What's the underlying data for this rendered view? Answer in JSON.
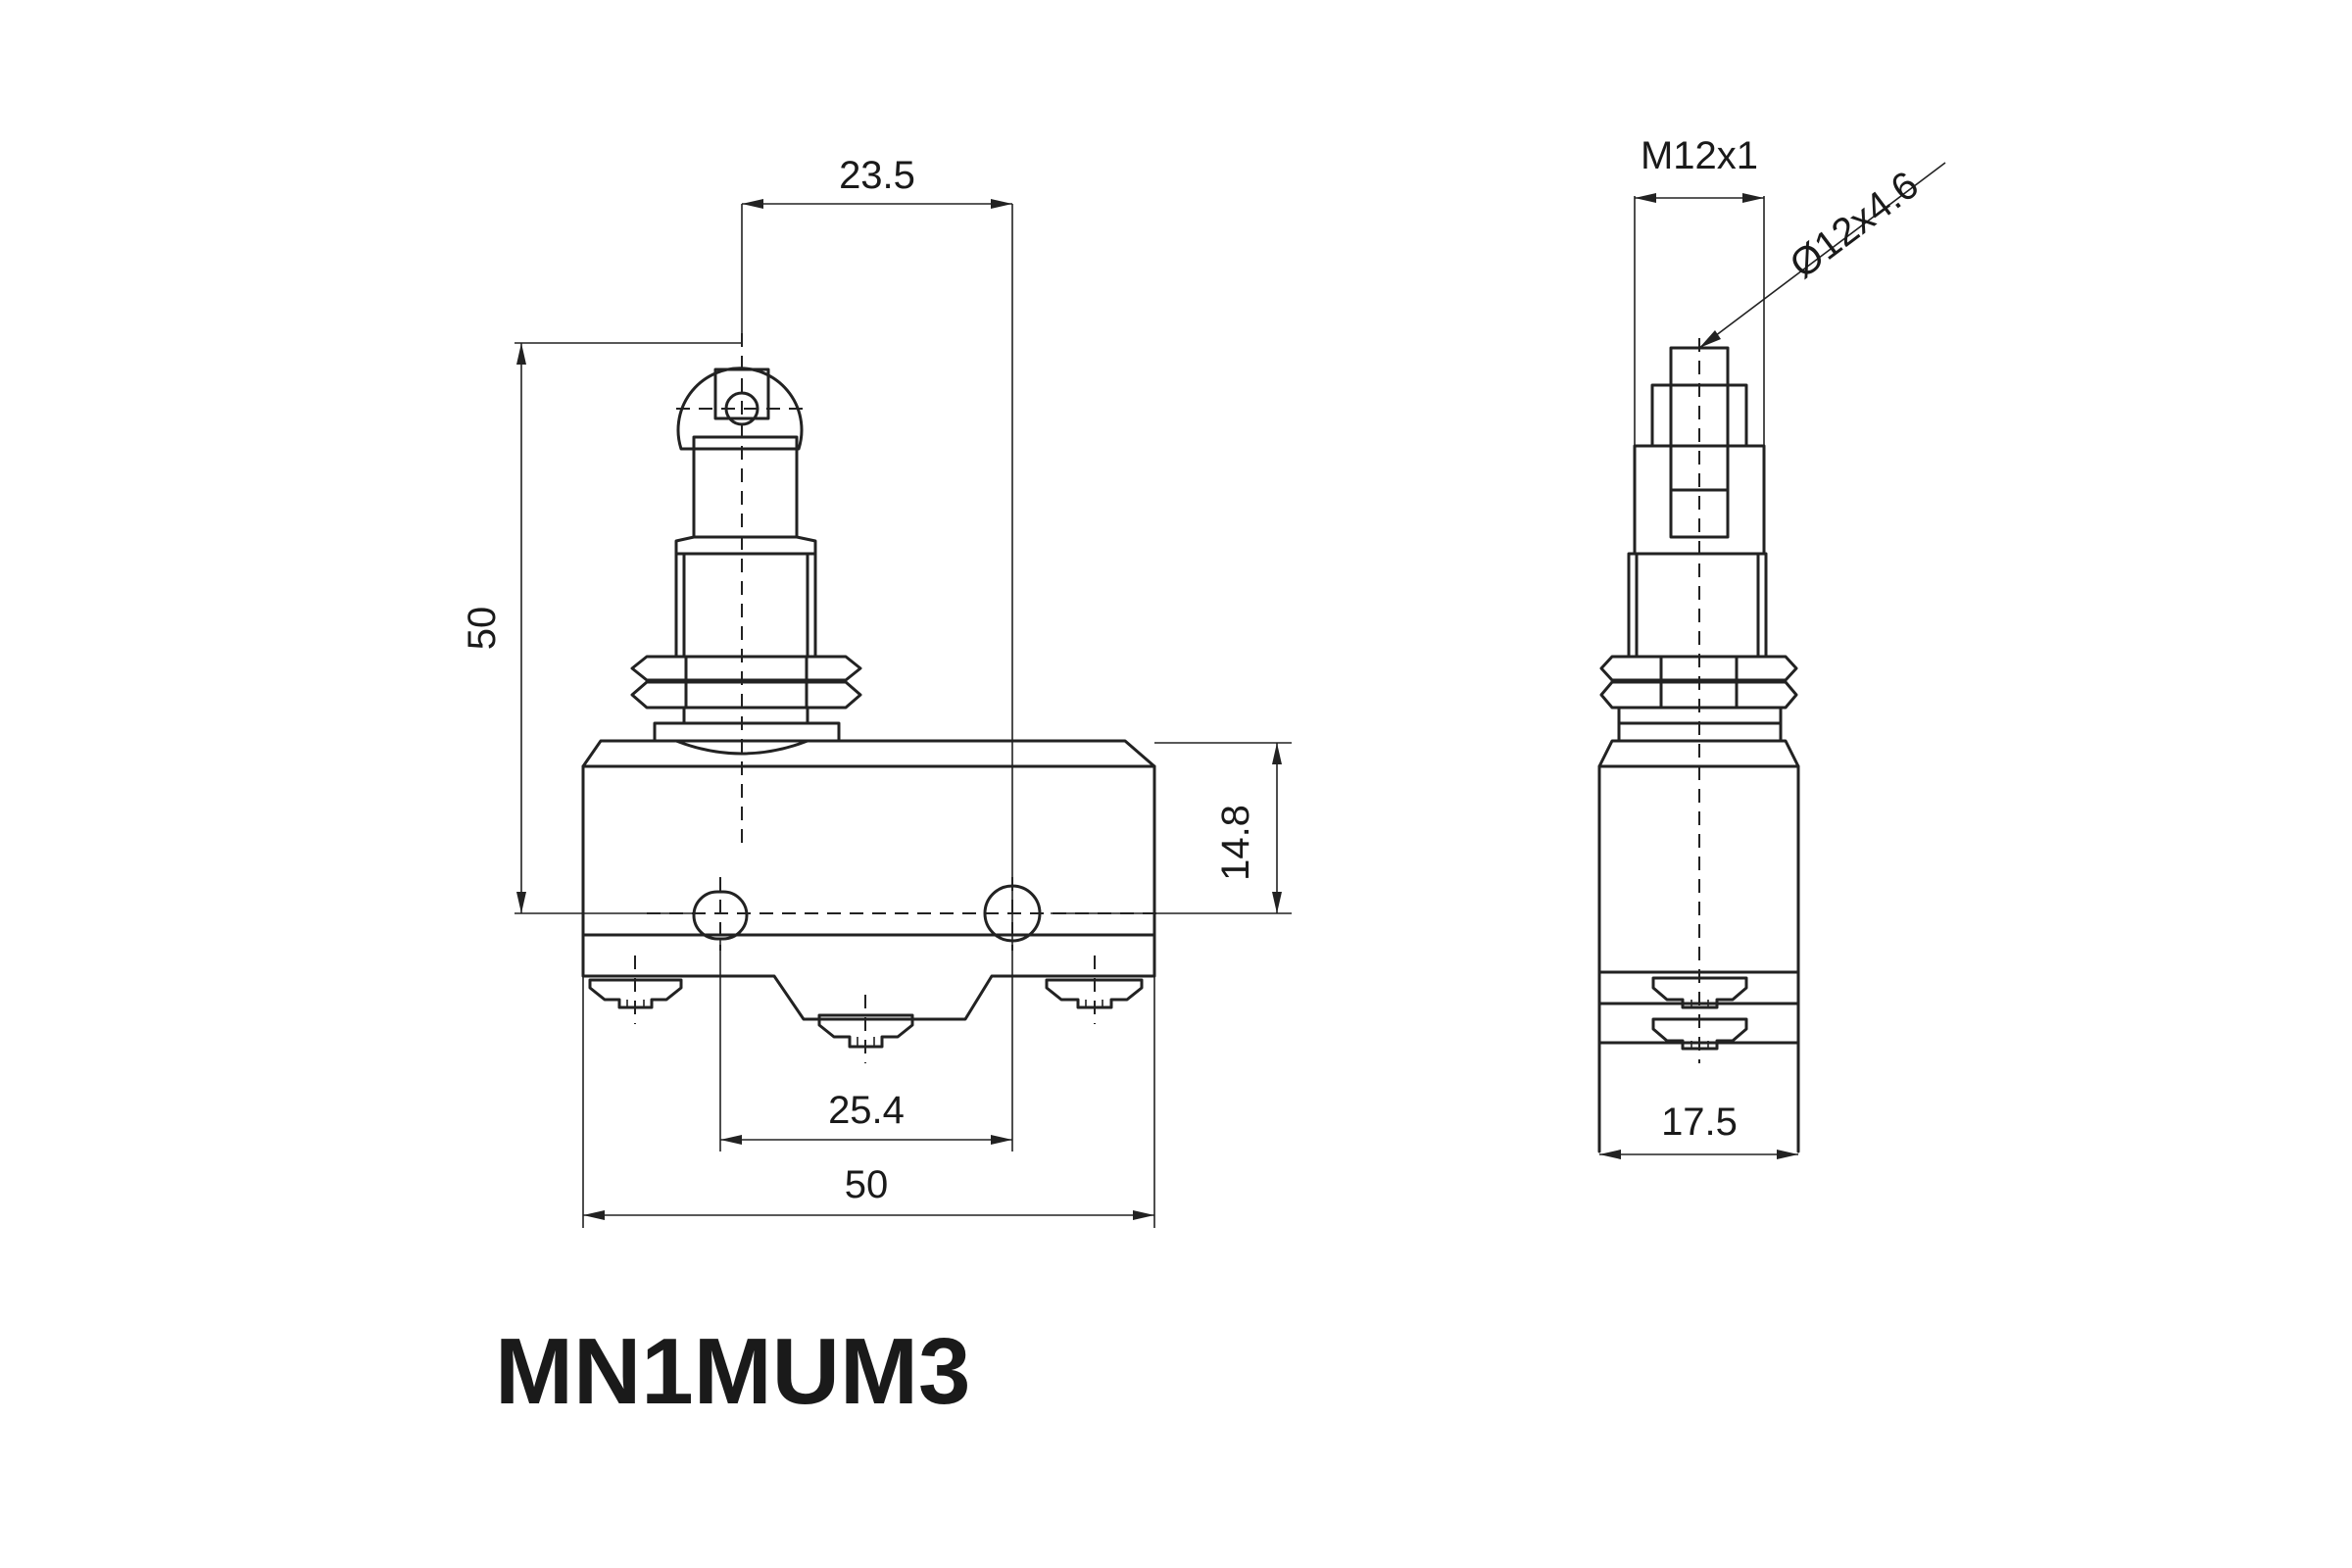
{
  "drawing": {
    "model_name": "MN1MUM3",
    "front_view": {
      "dim_top_width": "23.5",
      "dim_total_height": "50",
      "dim_body_height": "14.8",
      "dim_hole_spacing": "25.4",
      "dim_body_width": "50"
    },
    "side_view": {
      "dim_thread": "M12x1",
      "dim_roller": "Ø12x4.6",
      "dim_depth": "17.5"
    }
  }
}
